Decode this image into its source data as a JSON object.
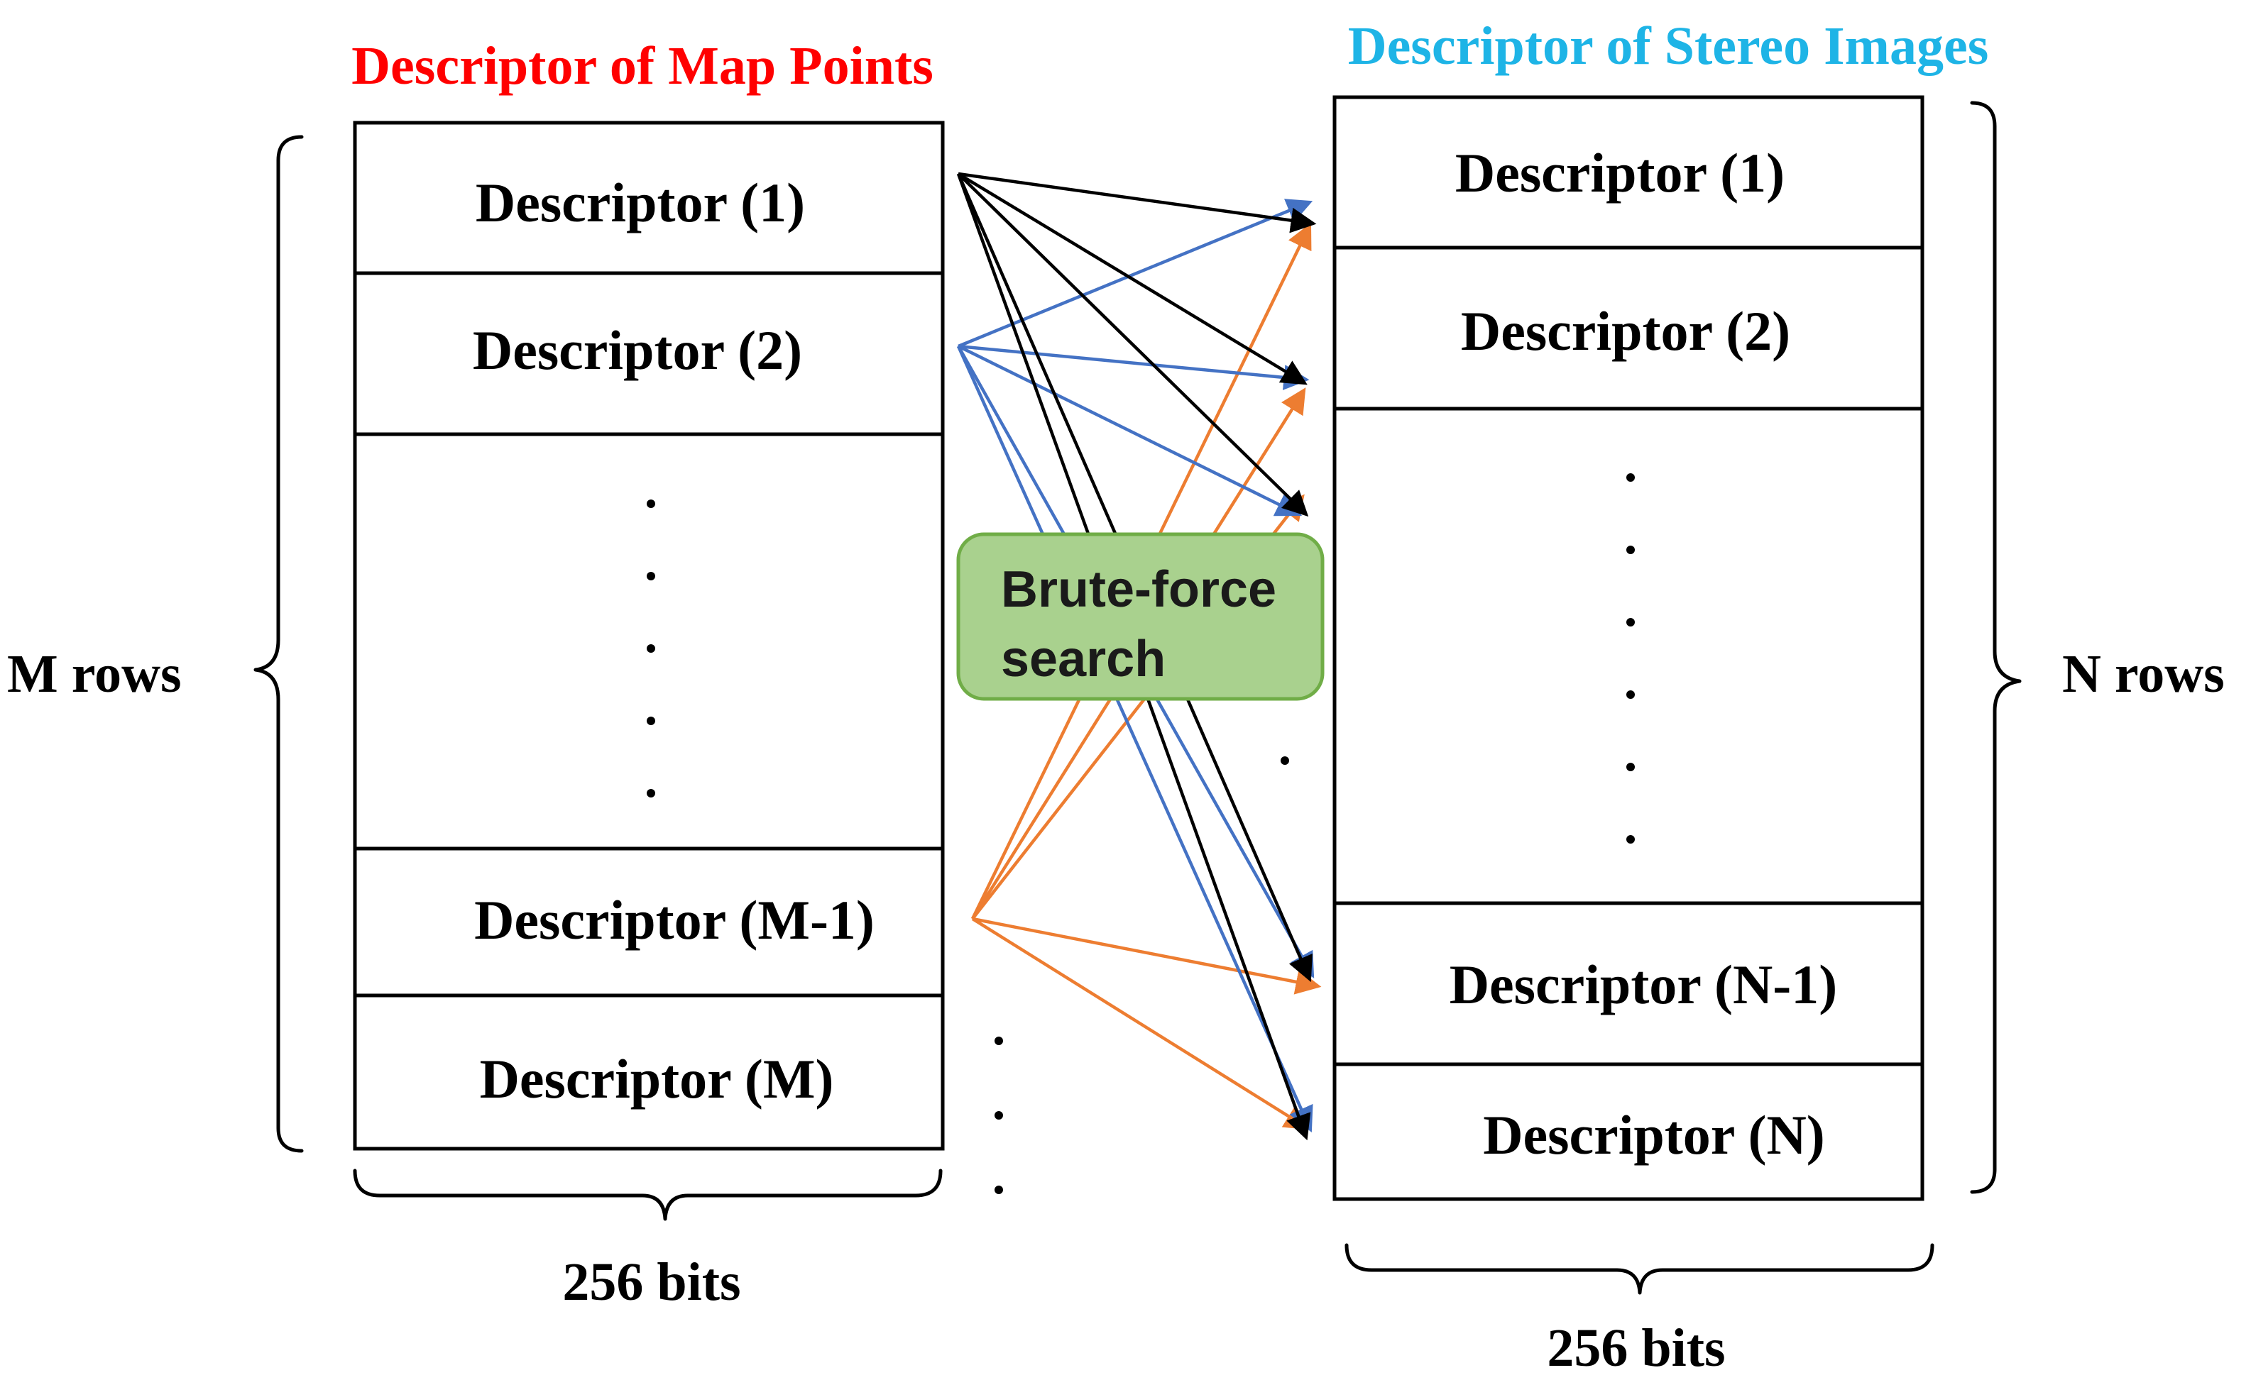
{
  "left_table": {
    "title": "Descriptor of Map Points",
    "title_color": "#ff0000",
    "rows_label": "M rows",
    "width_label": "256 bits",
    "cells": [
      "Descriptor (1)",
      "Descriptor (2)",
      "Descriptor (M-1)",
      "Descriptor (M)"
    ]
  },
  "right_table": {
    "title": "Descriptor of Stereo Images",
    "title_color": "#1eb4e6",
    "rows_label": "N rows",
    "width_label": "256 bits",
    "cells": [
      "Descriptor (1)",
      "Descriptor (2)",
      "Descriptor (N-1)",
      "Descriptor (N)"
    ]
  },
  "search_box": {
    "line1": "Brute-force",
    "line2": "search",
    "fill_color": "#a9d18e",
    "border_color": "#70ad47"
  },
  "arrow_colors": {
    "from_descriptor_1": "#000000",
    "from_descriptor_2": "#4472c4",
    "from_descriptor_m_minus_1": "#ed7d31"
  }
}
